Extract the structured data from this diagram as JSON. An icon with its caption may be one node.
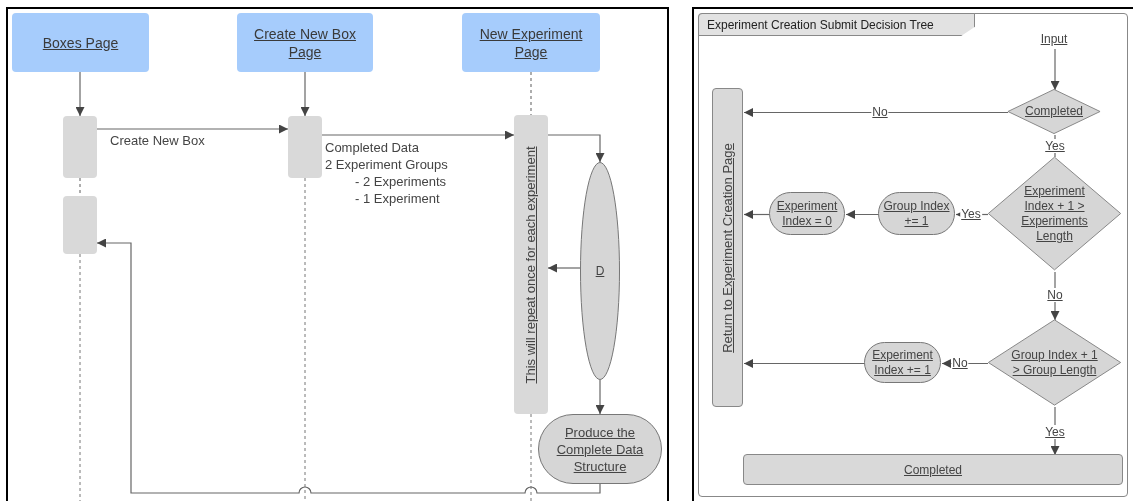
{
  "diagram": {
    "nodes": [
      {
        "text": [
          "Boxes Page"
        ]
      },
      {
        "text": [
          "Create New Box Page"
        ]
      },
      {
        "text": [
          "New Experiment Page"
        ]
      },
      {
        "text": [],
        "shape": "box"
      },
      {
        "text": [],
        "shape": "box"
      },
      {
        "text": [],
        "shape": "box"
      },
      {
        "text": [
          "This will repeat once for each experiment"
        ]
      },
      {
        "text": [
          "D"
        ]
      },
      {
        "text": [
          "Produce the Complete Data Structure"
        ]
      },
      {
        "text": [
          "Experiment Creation Submit Decision Tree"
        ]
      },
      {
        "text": [
          "Input"
        ],
        "in": 9
      },
      {
        "text": [
          "Completed"
        ],
        "in": 9
      },
      {
        "text": [
          "Return to Experiment Creation Page"
        ],
        "in": 9
      },
      {
        "text": [
          "Experiment Index + 1 > Experiments Length"
        ],
        "in": 9
      },
      {
        "text": [
          "Group Index += 1"
        ],
        "in": 9
      },
      {
        "text": [
          "Experiment Index = 0"
        ],
        "in": 9
      },
      {
        "text": [
          "Group Index + 1 > Group Length"
        ],
        "in": 9
      },
      {
        "text": [
          "Experiment Index += 1"
        ],
        "in": 9
      },
      {
        "text": [
          "Completed"
        ],
        "in": 9
      }
    ],
    "edges": [
      {
        "from": 0,
        "to": 3,
        "arrow": "to"
      },
      {
        "from": 1,
        "to": 5,
        "arrow": "to"
      },
      {
        "from": 2,
        "to": 6,
        "arrow": "none",
        "style": "dashed"
      },
      {
        "from": 3,
        "to": 4,
        "arrow": "none",
        "style": "dashed"
      },
      {
        "from": 3,
        "to": 5,
        "arrow": "to",
        "label": "Create New Box"
      },
      {
        "from": 5,
        "to": 6,
        "arrow": "to"
      },
      {
        "from": 6,
        "to": 7,
        "arrow": "to"
      },
      {
        "from": 7,
        "to": 6,
        "arrow": "to"
      },
      {
        "from": 7,
        "to": 8,
        "arrow": "to"
      },
      {
        "from": 8,
        "to": 4,
        "arrow": "to"
      },
      {
        "from": 10,
        "to": 11,
        "arrow": "to"
      },
      {
        "from": 11,
        "to": 12,
        "arrow": "to",
        "label": "No"
      },
      {
        "from": 11,
        "to": 13,
        "arrow": "none",
        "label": "Yes"
      },
      {
        "from": 13,
        "to": 14,
        "arrow": "to",
        "label": "Yes"
      },
      {
        "from": 14,
        "to": 15,
        "arrow": "to"
      },
      {
        "from": 15,
        "to": 12,
        "arrow": "to"
      },
      {
        "from": 13,
        "to": 16,
        "arrow": "to",
        "label": "No"
      },
      {
        "from": 16,
        "to": 17,
        "arrow": "to",
        "label": "No"
      },
      {
        "from": 17,
        "to": 12,
        "arrow": "to"
      },
      {
        "from": 16,
        "to": 18,
        "arrow": "to",
        "label": "Yes"
      }
    ],
    "labels": [
      "Completed Data",
      "2 Experiment Groups",
      "- 2 Experiments",
      "- 1 Experiment"
    ]
  }
}
